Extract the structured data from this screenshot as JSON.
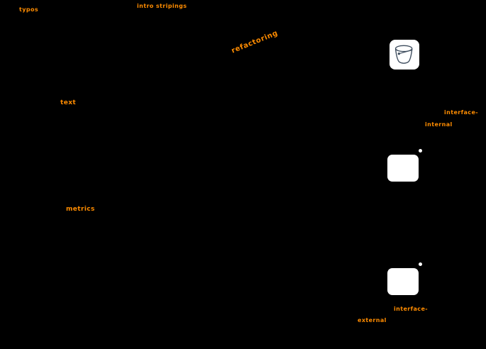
{
  "canvas": {
    "background_color": "#000000",
    "accent_color": "#ff8c00",
    "icon_card_color": "#ffffff",
    "bucket_stroke_color": "#3e4d5e"
  },
  "annotations": [
    {
      "id": "note-typos",
      "text": "typos"
    },
    {
      "id": "note-stripings",
      "text": "intro stripings"
    },
    {
      "id": "note-refactoring",
      "text": "refactoring"
    },
    {
      "id": "note-text",
      "text": "text"
    },
    {
      "id": "note-metrics",
      "text": "metrics"
    },
    {
      "id": "note-interface-internal-line1",
      "text": "interface-"
    },
    {
      "id": "note-interface-internal-line2",
      "text": "internal"
    },
    {
      "id": "note-interface-external-line1",
      "text": "interface-"
    },
    {
      "id": "note-interface-external-line2",
      "text": "external"
    }
  ],
  "icons": [
    {
      "name": "bucket-icon",
      "meaning": "storage bucket drawing on white card"
    },
    {
      "name": "window-internal-icon",
      "meaning": "white rounded window with dot, labeled interface-internal"
    },
    {
      "name": "window-external-icon",
      "meaning": "white rounded window with dot, labeled interface-external"
    }
  ]
}
